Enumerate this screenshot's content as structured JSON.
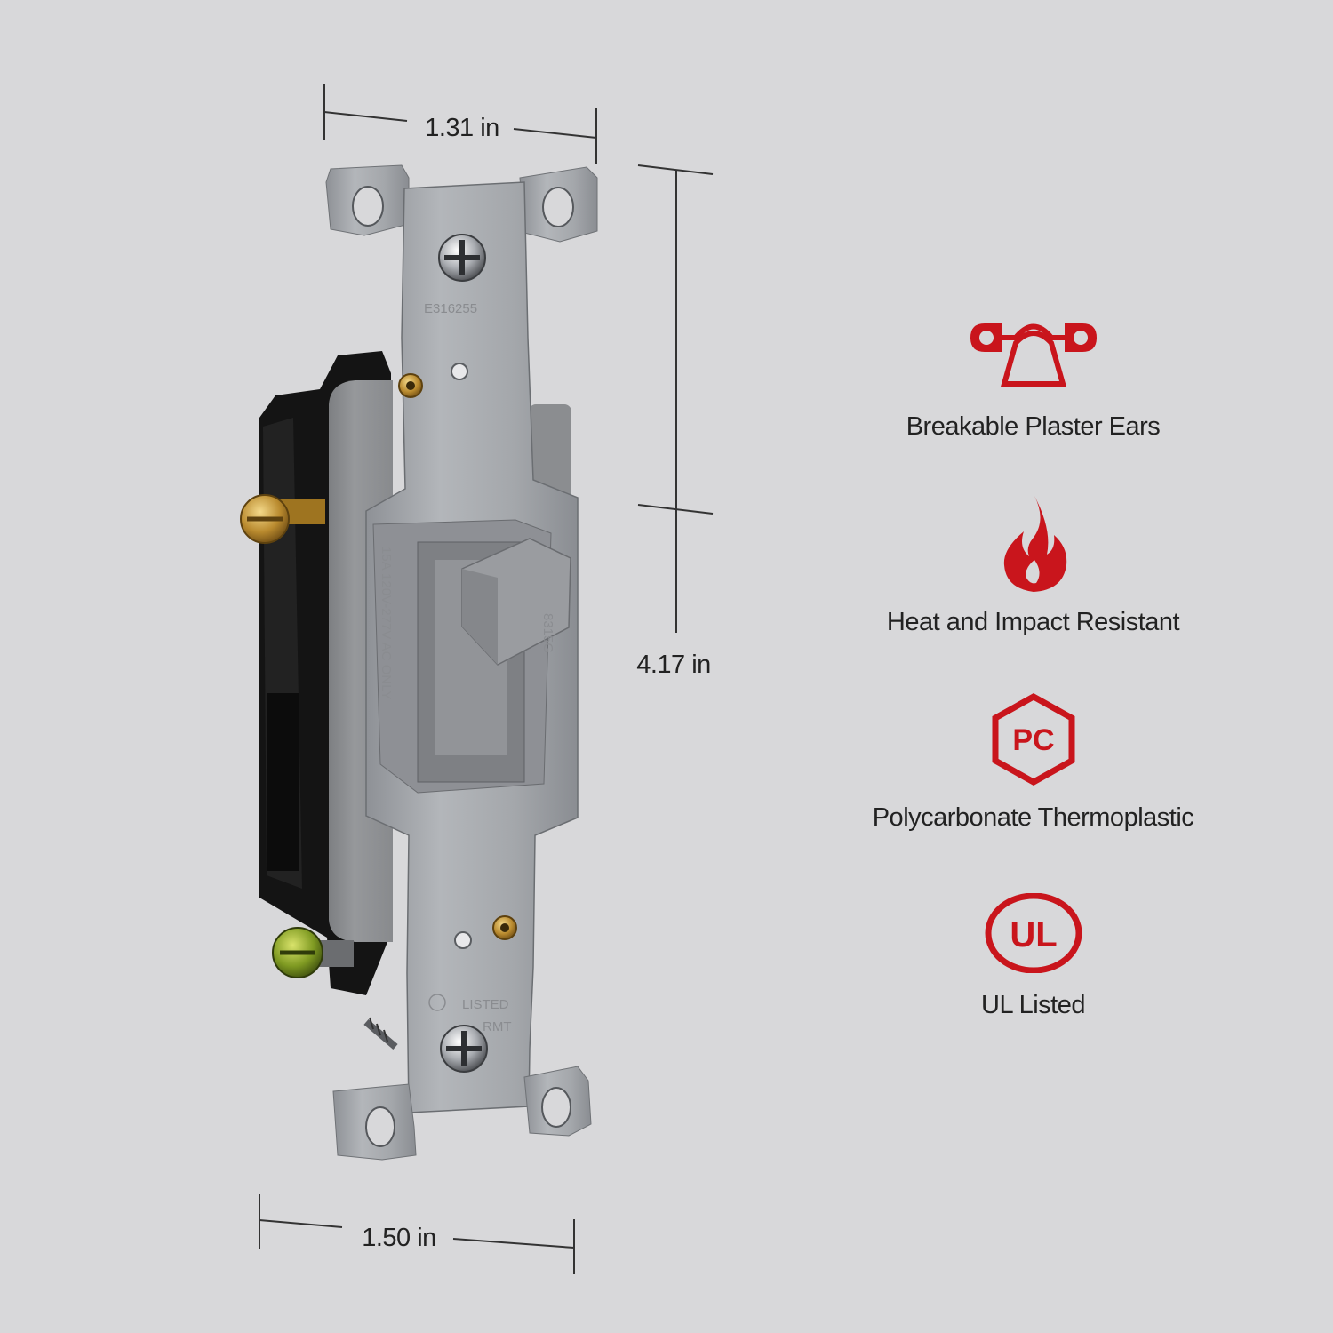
{
  "dimensions": {
    "top_width": "1.31 in",
    "height": "4.17 in",
    "bottom_width": "1.50 in"
  },
  "product_markings": {
    "cert_number": "E316255",
    "rating": "15A 120V-277V AC ONLY",
    "model": "8315G",
    "listing": "LISTED",
    "suffix": "RMT"
  },
  "features": [
    {
      "label": "Breakable Plaster Ears",
      "icon": "plaster-ears-icon"
    },
    {
      "label": "Heat and Impact Resistant",
      "icon": "flame-icon"
    },
    {
      "label": "Polycarbonate Thermoplastic",
      "icon": "pc-hexagon-icon",
      "icon_text": "PC"
    },
    {
      "label": "UL Listed",
      "icon": "ul-listed-icon",
      "icon_text": "UL"
    }
  ],
  "colors": {
    "background": "#d8d8da",
    "accent_red": "#c9151c",
    "text": "#222222"
  }
}
